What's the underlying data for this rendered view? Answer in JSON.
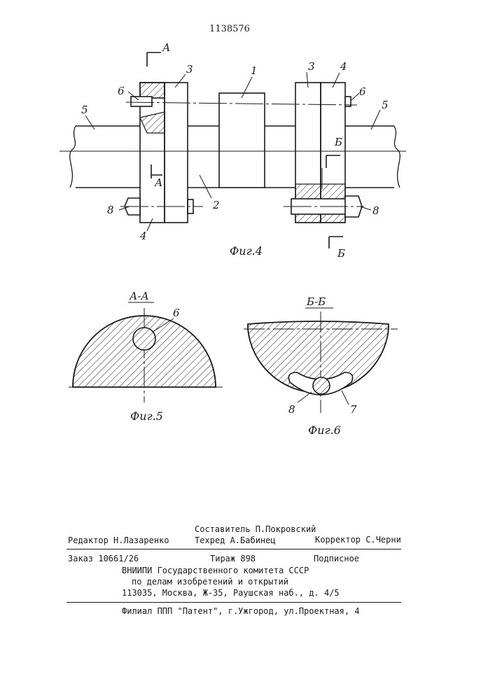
{
  "patent_number": "1138576",
  "figures": {
    "fig4": {
      "caption": "Фиг.4",
      "section_a": "А",
      "section_b": "Б",
      "labels": [
        "1",
        "2",
        "3",
        "3",
        "4",
        "4",
        "5",
        "5",
        "6",
        "6",
        "8",
        "8"
      ]
    },
    "fig5": {
      "caption": "Фиг.5",
      "title": "А-А",
      "labels": [
        "6"
      ]
    },
    "fig6": {
      "caption": "Фиг.6",
      "title": "Б-Б",
      "labels": [
        "8",
        "7"
      ]
    }
  },
  "colophon": {
    "editor": "Редактор Н.Лазаренко",
    "compiler": "Составитель П.Покровский",
    "techred": "Техред А.Бабинец",
    "corrector": "Корректор С.Черни",
    "order": "Заказ 10661/26",
    "circulation": "Тираж 898",
    "subscription": "Подписное",
    "org_line1": "ВНИИПИ Государственного комитета СССР",
    "org_line2": "по делам изобретений и открытий",
    "org_address": "113035, Москва, Ж-35, Раушская наб., д. 4/5",
    "branch": "Филиал ППП \"Патент\", г.Ужгород, ул.Проектная, 4"
  }
}
